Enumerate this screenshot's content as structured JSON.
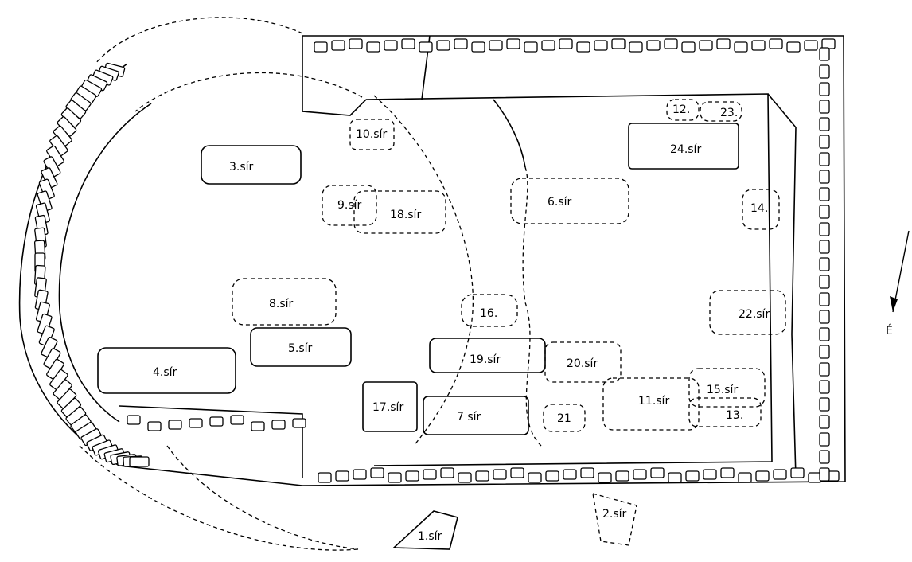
{
  "graves": [
    {
      "id": "g1",
      "label": "1.sír",
      "outline": "solid"
    },
    {
      "id": "g2",
      "label": "2.sír",
      "outline": "dashed"
    },
    {
      "id": "g3",
      "label": "3.sír",
      "outline": "solid"
    },
    {
      "id": "g4",
      "label": "4.sír",
      "outline": "solid"
    },
    {
      "id": "g5",
      "label": "5.sír",
      "outline": "solid"
    },
    {
      "id": "g6",
      "label": "6.sír",
      "outline": "dashed"
    },
    {
      "id": "g7",
      "label": "7 sír",
      "outline": "solid"
    },
    {
      "id": "g8",
      "label": "8.sír",
      "outline": "dashed"
    },
    {
      "id": "g9",
      "label": "9.sír",
      "outline": "dashed"
    },
    {
      "id": "g10",
      "label": "10.sír",
      "outline": "dashed"
    },
    {
      "id": "g11",
      "label": "11.sír",
      "outline": "dashed"
    },
    {
      "id": "g12",
      "label": "12.",
      "outline": "dashed"
    },
    {
      "id": "g13",
      "label": "13.",
      "outline": "dashed"
    },
    {
      "id": "g14",
      "label": "14.",
      "outline": "dashed"
    },
    {
      "id": "g15",
      "label": "15.sír",
      "outline": "dashed"
    },
    {
      "id": "g16",
      "label": "16.",
      "outline": "dashed"
    },
    {
      "id": "g17",
      "label": "17.sír",
      "outline": "solid"
    },
    {
      "id": "g18",
      "label": "18.sír",
      "outline": "dashed"
    },
    {
      "id": "g19",
      "label": "19.sír",
      "outline": "solid"
    },
    {
      "id": "g20",
      "label": "20.sír",
      "outline": "dashed"
    },
    {
      "id": "g21",
      "label": "21",
      "outline": "dashed"
    },
    {
      "id": "g22",
      "label": "22.sír",
      "outline": "dashed"
    },
    {
      "id": "g23",
      "label": "23.",
      "outline": "dashed"
    },
    {
      "id": "g24",
      "label": "24.sír",
      "outline": "solid"
    }
  ],
  "compass": {
    "label": "É"
  }
}
